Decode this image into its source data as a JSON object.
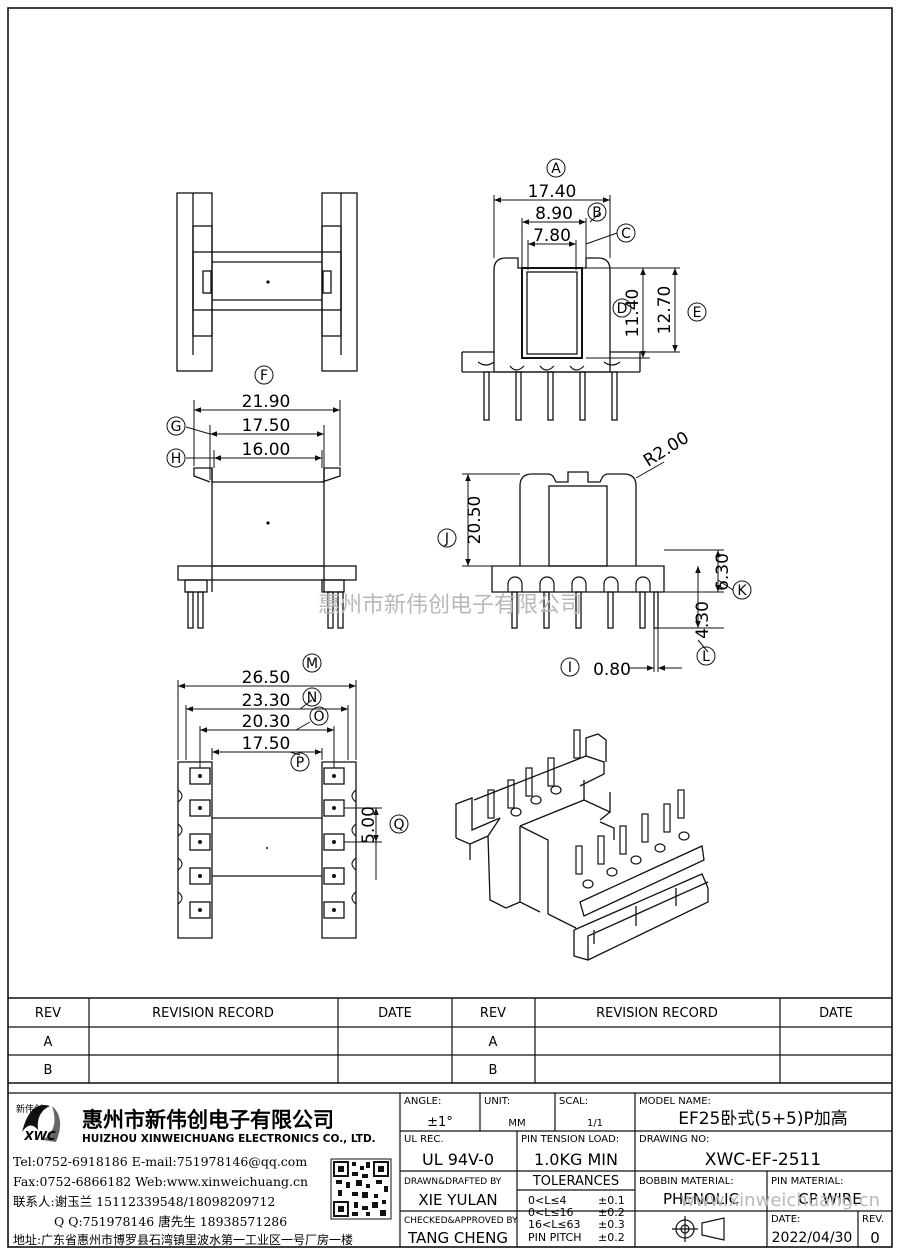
{
  "drawing": {
    "dimensions": {
      "A": "17.40",
      "B": "8.90",
      "C": "7.80",
      "D": "11.40",
      "E": "12.70",
      "F": "21.90",
      "G": "17.50",
      "H": "16.00",
      "J": "20.50",
      "R": "R2.00",
      "K": "6.30",
      "L": "4.30",
      "I": "0.80",
      "M": "26.50",
      "N": "23.30",
      "O": "20.30",
      "P": "17.50",
      "Q": "5.00"
    },
    "callouts": [
      "A",
      "B",
      "C",
      "D",
      "E",
      "F",
      "G",
      "H",
      "J",
      "K",
      "L",
      "I",
      "M",
      "N",
      "O",
      "P",
      "Q"
    ],
    "watermark": "惠州市新伟创电子有限公司"
  },
  "revision_table": {
    "headers": [
      "REV",
      "REVISION RECORD",
      "DATE",
      "REV",
      "REVISION RECORD",
      "DATE"
    ],
    "rows": [
      [
        "A",
        "",
        "",
        "A",
        "",
        ""
      ],
      [
        "B",
        "",
        "",
        "B",
        "",
        ""
      ]
    ]
  },
  "company": {
    "logo_text": "新伟创",
    "logo_abbr": "XWC",
    "name_cn": "惠州市新伟创电子有限公司",
    "name_en": "HUIZHOU XINWEICHUANG ELECTRONICS CO., LTD.",
    "tel": "Tel:0752-6918186 E-mail:751978146@qq.com",
    "fax": "Fax:0752-6866182 Web:www.xinweichuang.cn",
    "contact1": "联系人:谢玉兰 15112339548/18098209712",
    "contact2": "Q Q:751978146    唐先生 18938571286",
    "address": "地址:广东省惠州市博罗县石湾镇里波水第一工业区一号厂房一楼"
  },
  "title_block": {
    "angle_label": "ANGLE:",
    "angle_value": "±1°",
    "unit_label": "UNIT:",
    "unit_value": "MM",
    "scale_label": "SCAL:",
    "scale_value": "1/1",
    "model_label": "MODEL NAME:",
    "model_value": "EF25卧式(5+5)P加高",
    "ul_label": "UL REC.",
    "ul_value": "UL 94V-0",
    "pin_tension_label": "PIN TENSION LOAD:",
    "pin_tension_value": "1.0KG MIN",
    "drawing_no_label": "DRAWING NO:",
    "drawing_no_value": "XWC-EF-2511",
    "drawn_label": "DRAWN&DRAFTED BY",
    "drawn_value": "XIE YULAN",
    "tolerances_label": "TOLERANCES",
    "tolerances": [
      {
        "range": "0<L≤4",
        "value": "±0.1"
      },
      {
        "range": "0<L≤16",
        "value": "±0.2"
      },
      {
        "range": "16<L≤63",
        "value": "±0.3"
      },
      {
        "range": "PIN PITCH",
        "value": "±0.2"
      }
    ],
    "bobbin_label": "BOBBIN MATERIAL:",
    "bobbin_value": "PHENOLIC",
    "pin_material_label": "PIN MATERIAL:",
    "pin_material_value": "CP WIRE",
    "checked_label": "CHECKED&APPROVED BY",
    "checked_value": "TANG CHENG",
    "date_label": "DATE:",
    "date_value": "2022/04/30",
    "rev_label": "REV.",
    "rev_value": "0",
    "footer_watermark": "www.xinweichuang.cn"
  }
}
